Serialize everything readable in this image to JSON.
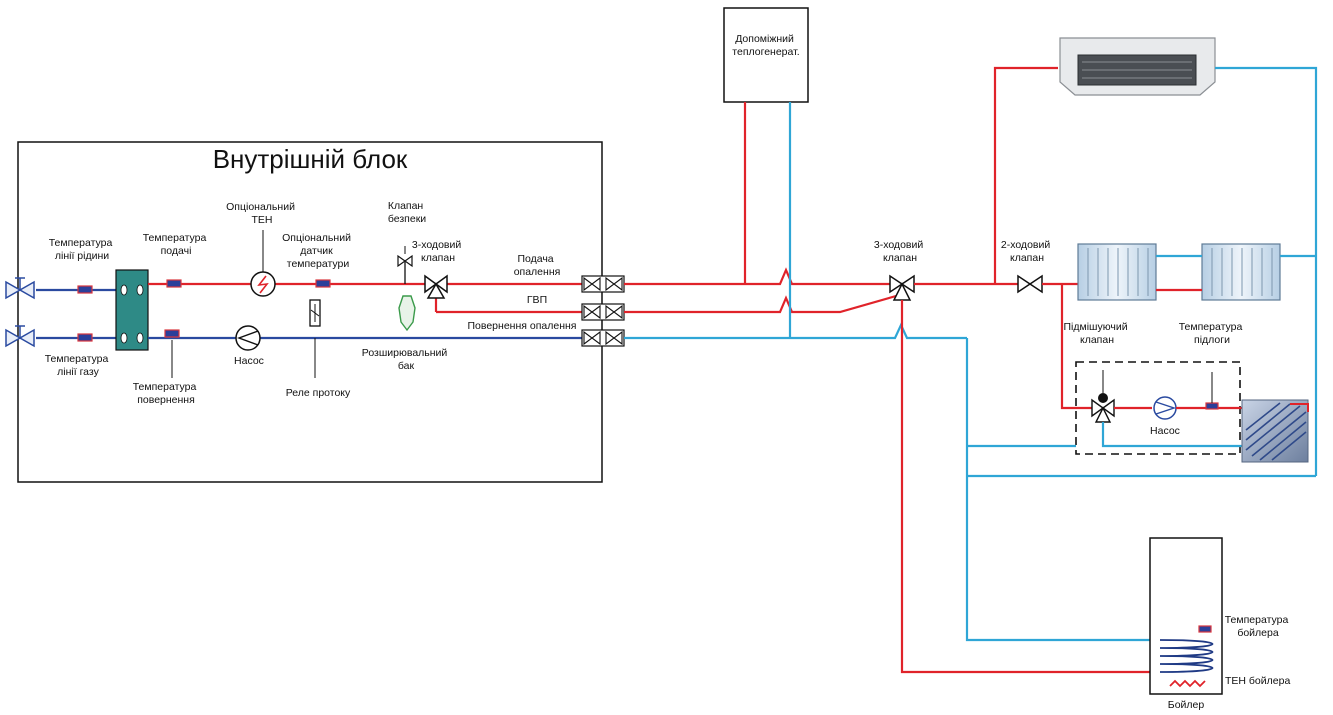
{
  "indoor_unit": {
    "title": "Внутрішній блок",
    "liquid_line_temp": [
      "Температура",
      "лінії рідини"
    ],
    "gas_line_temp": [
      "Температура",
      "лінії газу"
    ],
    "supply_temp": [
      "Температура",
      "подачі"
    ],
    "return_temp": [
      "Температура",
      "повернення"
    ],
    "optional_heater": [
      "Опціональний",
      "ТЕН"
    ],
    "optional_sensor": [
      "Опціональний",
      "датчик",
      "температури"
    ],
    "safety_valve": [
      "Клапан",
      "безпеки"
    ],
    "three_way_valve": [
      "3-ходовий",
      "клапан"
    ],
    "pump": "Насос",
    "flow_switch": "Реле протоку",
    "expansion_tank": [
      "Розширювальний",
      "бак"
    ],
    "heating_supply": [
      "Подача",
      "опалення"
    ],
    "dhw": "ГВП",
    "heating_return": "Повернення опалення"
  },
  "aux_heater": [
    "Допоміжний",
    "теплогенерат."
  ],
  "three_way_valve_ext": [
    "3-ходовий",
    "клапан"
  ],
  "two_way_valve": [
    "2-ходовий",
    "клапан"
  ],
  "mixing_valve": [
    "Підмішуючий",
    "клапан"
  ],
  "floor_temp": [
    "Температура",
    "підлоги"
  ],
  "floor_pump": "Насос",
  "boiler": {
    "label": "Бойлер",
    "temp": [
      "Температура",
      "бойлера"
    ],
    "heater": "ТЕН бойлера"
  },
  "colors": {
    "supply": "#e0232a",
    "return": "#2fa6d6",
    "refrigerant": "#2a4aa0",
    "exchanger": "#2e8a86"
  }
}
